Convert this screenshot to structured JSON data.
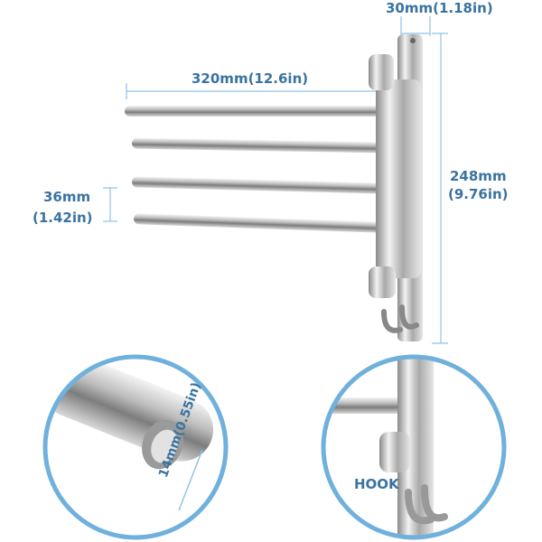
{
  "dimensions": {
    "width_plate": "30mm(1.18in)",
    "arm_length": "320mm(12.6in)",
    "height_mm": "248mm",
    "height_in": "(9.76in)",
    "arm_spacing_mm": "36mm",
    "arm_spacing_in": "(1.42in)",
    "bar_diameter": "14mm(0.55in)"
  },
  "callouts": {
    "hook": "HOOK"
  },
  "colors": {
    "accent": "#3a73a0",
    "dimension_line": "#8fc3e6",
    "circle": "#6fb1dc"
  }
}
